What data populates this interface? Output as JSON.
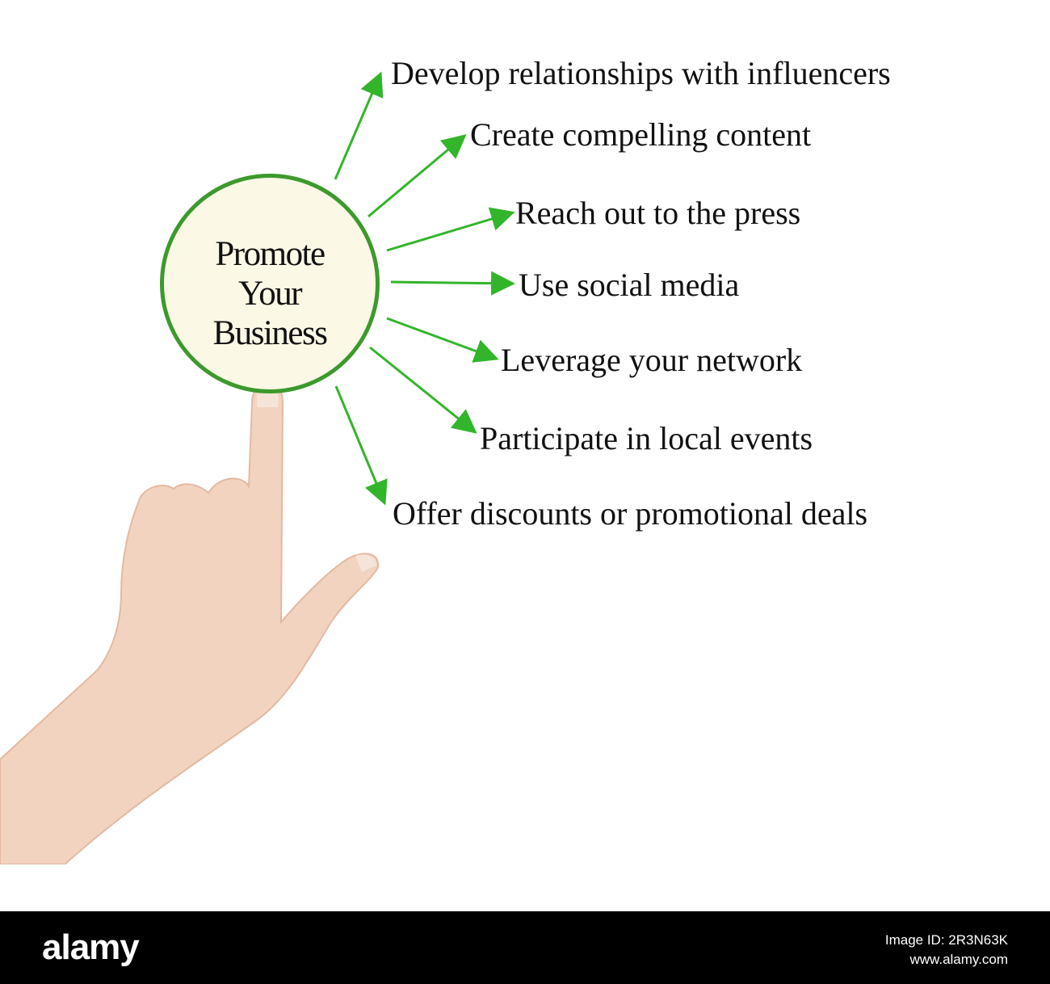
{
  "hub": {
    "title": "Promote\nYour\nBusiness"
  },
  "branches": [
    {
      "label": "Develop relationships with influencers"
    },
    {
      "label": "Create compelling content"
    },
    {
      "label": "Reach out to the press"
    },
    {
      "label": "Use social media"
    },
    {
      "label": "Leverage your network"
    },
    {
      "label": "Participate in local events"
    },
    {
      "label": "Offer discounts or promotional deals"
    }
  ],
  "colors": {
    "arrow": "#33b52b",
    "hub_border": "#3c9a2c",
    "hub_fill": "#fbf8e5",
    "footer": "#000000"
  },
  "footer": {
    "brand": "alamy",
    "image_id": "Image ID: 2R3N63K",
    "site": "www.alamy.com"
  }
}
